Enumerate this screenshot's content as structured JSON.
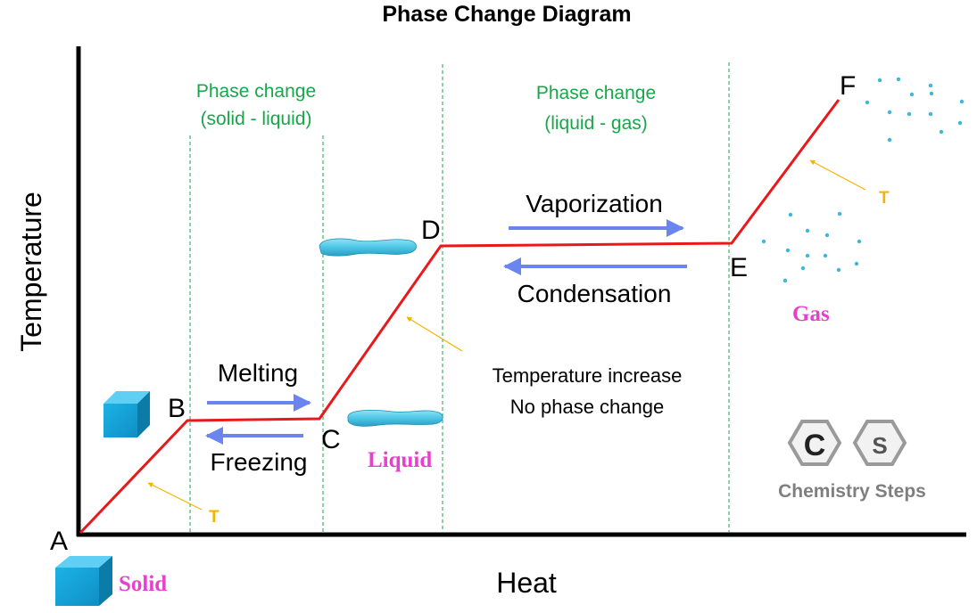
{
  "title": "Phase Change Diagram",
  "axes": {
    "x_label": "Heat",
    "y_label": "Temperature"
  },
  "points": {
    "a": "A",
    "b": "B",
    "c": "C",
    "d": "D",
    "e": "E",
    "f": "F"
  },
  "regions": {
    "solid_liquid": {
      "line1": "Phase change",
      "line2": "(solid - liquid)"
    },
    "liquid_gas": {
      "line1": "Phase change",
      "line2": "(liquid - gas)"
    }
  },
  "processes": {
    "melting": "Melting",
    "freezing": "Freezing",
    "vaporization": "Vaporization",
    "condensation": "Condensation"
  },
  "annotation": {
    "line1": "Temperature increase",
    "line2": "No phase change"
  },
  "t_markers": {
    "t1": "T",
    "t2": "T"
  },
  "phases": {
    "solid": "Solid",
    "liquid": "Liquid",
    "gas": "Gas"
  },
  "logo": {
    "letter1": "C",
    "letter2": "S",
    "name": "Chemistry Steps"
  },
  "colors": {
    "curve": "#e8191b",
    "process_arrow": "#6b85f0",
    "phase_text": "#19a64a",
    "phase_label": "#e83fcf",
    "t_marker": "#f5b400",
    "cube": "#1aa3d6",
    "water": "#4cc6e6",
    "gas_dot": "#3cb8d8",
    "logo_gray": "#7f7f7f"
  }
}
